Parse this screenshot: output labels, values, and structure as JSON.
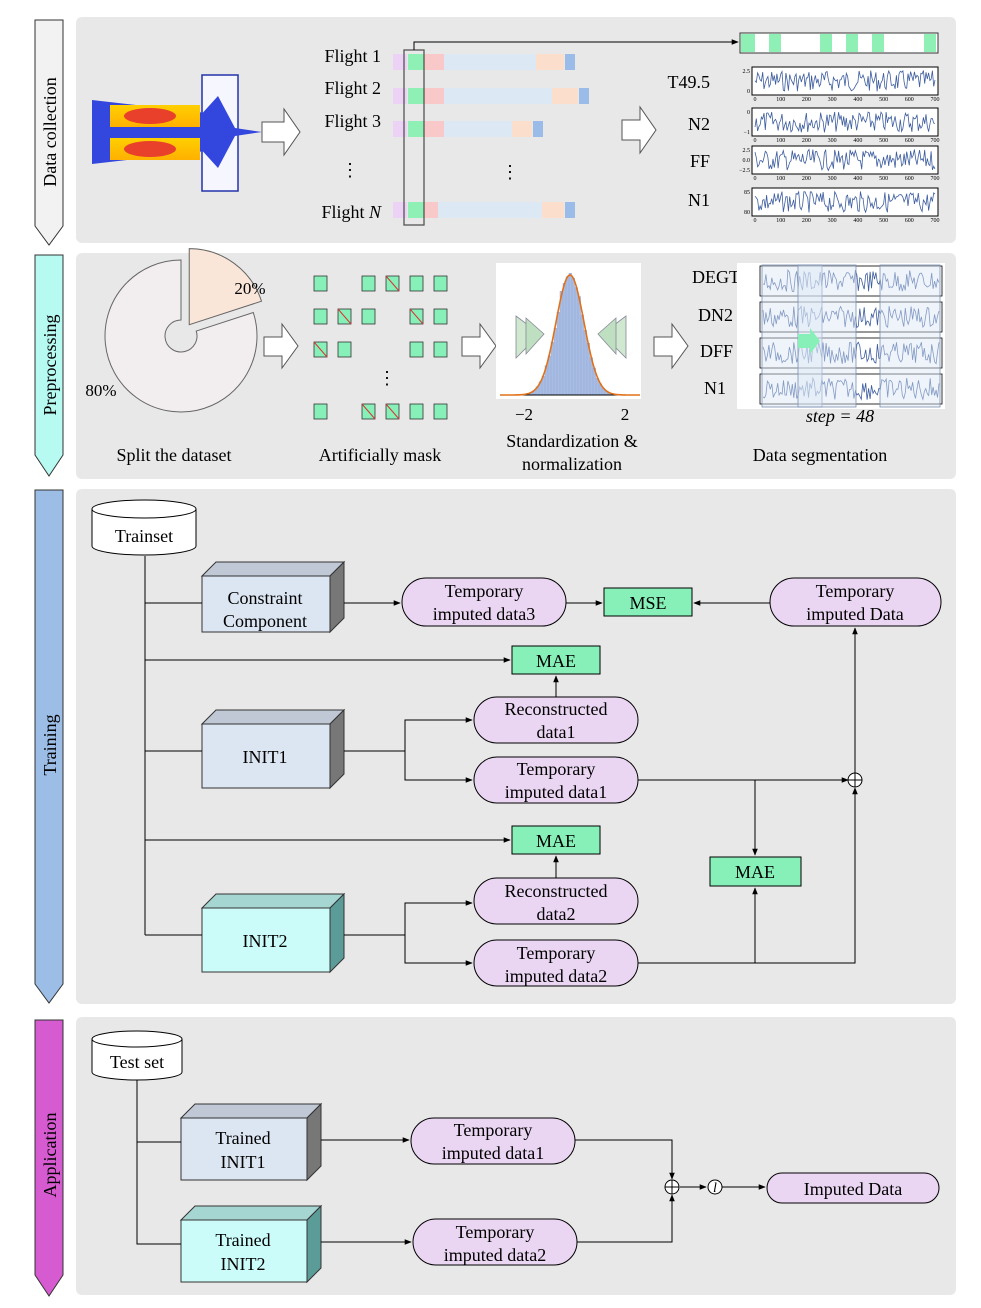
{
  "stages": {
    "collection": "Data collection",
    "preprocessing": "Preprocessing",
    "training": "Training",
    "application": "Application"
  },
  "collection": {
    "flights": [
      "Flight 1",
      "Flight 2",
      "Flight 3",
      "Flight "
    ],
    "flight_n_var": "N",
    "vdots": "⋮",
    "series_labels": [
      "T49.5",
      "N2",
      "FF",
      "N1"
    ],
    "x_ticks": [
      "0",
      "100",
      "200",
      "300",
      "400",
      "500",
      "600",
      "700"
    ],
    "y_ticks": [
      [
        "2.5",
        "0"
      ],
      [
        "0",
        "−1"
      ],
      [
        "2.5",
        "0.0",
        "−2.5"
      ],
      [
        "85",
        "80"
      ]
    ]
  },
  "preprocessing": {
    "pie_labels": [
      "20%",
      "80%"
    ],
    "pie_values": [
      20,
      80
    ],
    "step1": "Split the dataset",
    "step2": "Artificially mask",
    "step3_line1": "Standardization &",
    "step3_line2": "normalization",
    "hist_ticks": [
      "−2",
      "2"
    ],
    "step4": "Data segmentation",
    "seg_labels": [
      "DEGT",
      "DN2",
      "DFF",
      "N1"
    ],
    "step_formula": "step = 48",
    "vdots": "⋮"
  },
  "training": {
    "trainset": "Trainset",
    "constraint_l1": "Constraint",
    "constraint_l2": "Component",
    "tmp3_l1": "Temporary",
    "tmp3_l2": "imputed data3",
    "mse": "MSE",
    "tmp_out_l1": "Temporary",
    "tmp_out_l2": "imputed Data",
    "mae": "MAE",
    "init1": "INIT1",
    "init2": "INIT2",
    "rec1_l1": "Reconstructed",
    "rec1_l2": "data1",
    "tmp1_l1": "Temporary",
    "tmp1_l2": "imputed data1",
    "rec2_l1": "Reconstructed",
    "rec2_l2": "data2",
    "tmp2_l1": "Temporary",
    "tmp2_l2": "imputed data2",
    "plus": "⊕"
  },
  "application": {
    "testset": "Test set",
    "trained": "Trained",
    "init1": "INIT1",
    "init2": "INIT2",
    "tmp1_l1": "Temporary",
    "tmp1_l2": "imputed data1",
    "tmp2_l1": "Temporary",
    "tmp2_l2": "imputed data2",
    "plus": "⊕",
    "func": "l",
    "output": "Imputed Data"
  },
  "colors": {
    "panel": "#e8e8e8",
    "box_blue": "#dce6f2",
    "box_cyan": "#ccfcfa",
    "pill": "#ead6f2",
    "metric": "#86f0b8",
    "series": "#3d5d9f",
    "stage_collection": "#f2f2f2",
    "stage_preprocessing": "#b6faf2",
    "stage_training": "#9cbde6",
    "stage_application": "#d75bd0"
  }
}
